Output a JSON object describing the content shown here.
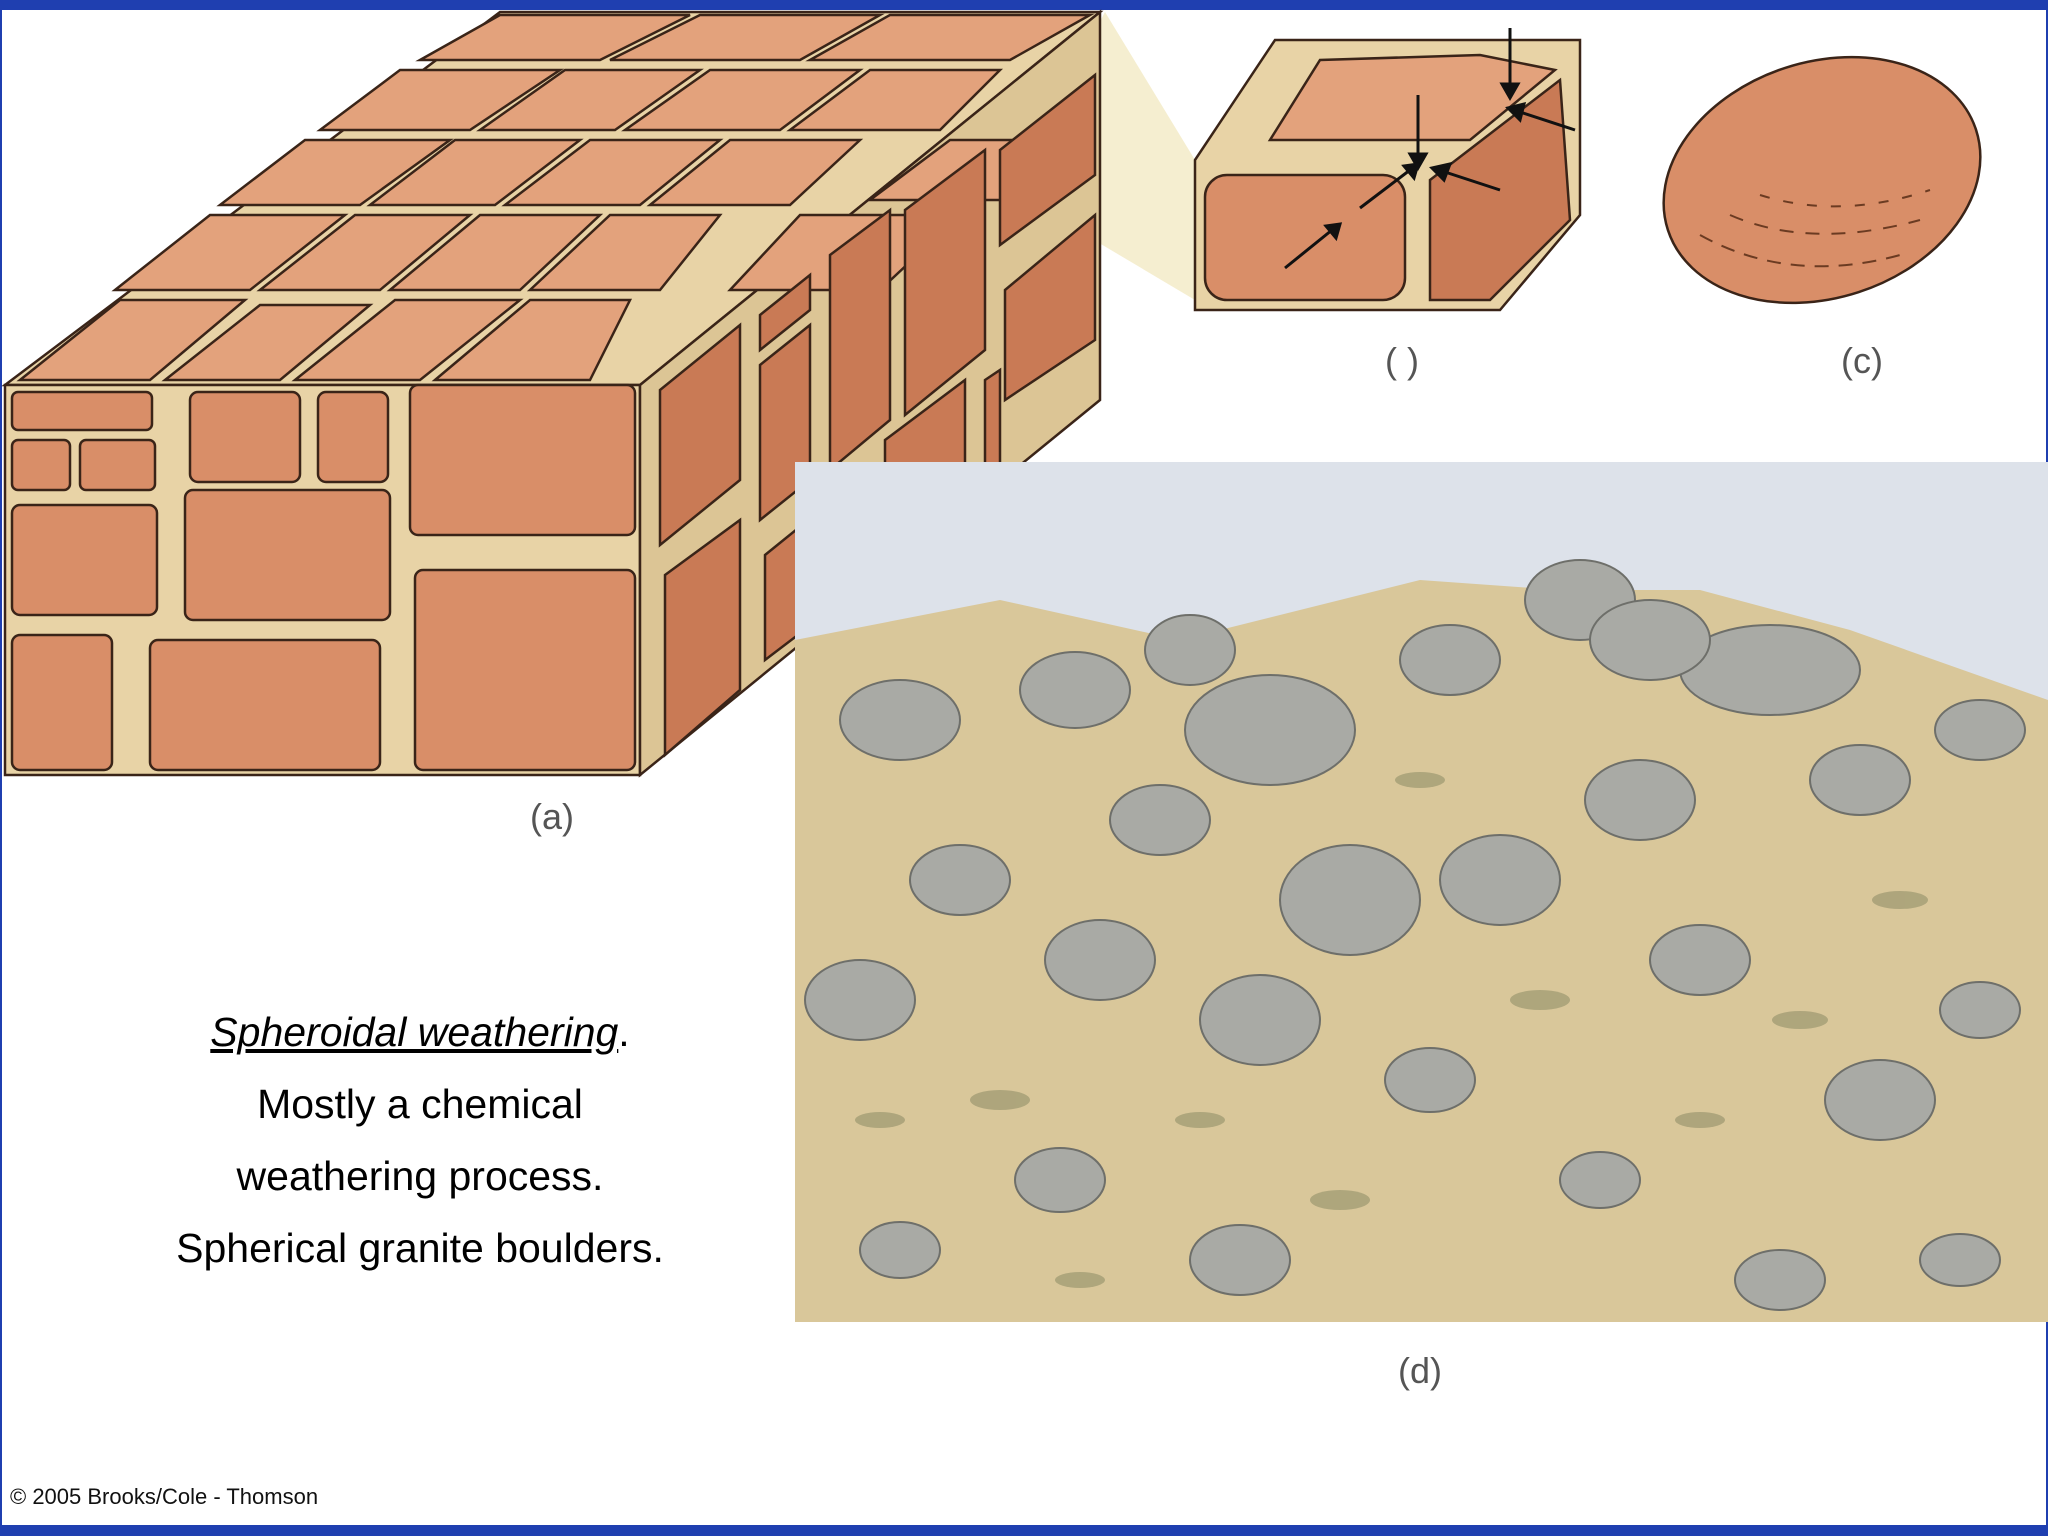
{
  "figure": {
    "labels": {
      "a": "(a)",
      "b": "(  )",
      "c": "(c)",
      "d": "(d)"
    }
  },
  "caption": {
    "term": "Spheroidal weathering",
    "term_suffix": ".",
    "line2": "Mostly a chemical",
    "line3": "weathering process.",
    "line4": "Spherical granite boulders."
  },
  "copyright": "© 2005 Brooks/Cole - Thomson",
  "colors": {
    "frame": "#1f3fb0",
    "rock_block": "#d98e68",
    "rock_side": "#c97a55",
    "joint_weathered": "#e8d3a6",
    "sky": "#dde2ea",
    "ground": "#d9c79a",
    "boulder": "#a9aaa5"
  }
}
